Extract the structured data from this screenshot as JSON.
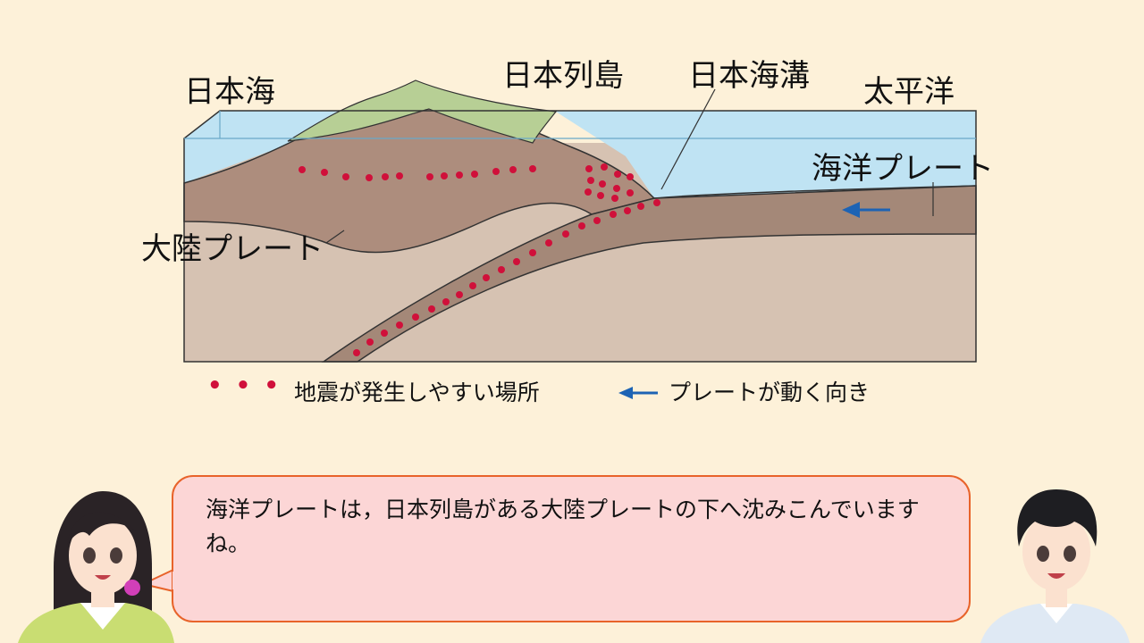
{
  "labels": {
    "sea_of_japan": "日本海",
    "japan_islands": "日本列島",
    "japan_trench": "日本海溝",
    "pacific": "太平洋",
    "oceanic_plate": "海洋プレート",
    "continental_plate": "大陸プレート"
  },
  "legend": {
    "earthquake_zone": "地震が発生しやすい場所",
    "plate_motion": "プレートが動く向き"
  },
  "dialogue": {
    "text": "海洋プレートは，日本列島がある大陸プレートの下へ沈みこんでいますね。"
  },
  "colors": {
    "background": "#fdf1d9",
    "sea": "#bfe3f3",
    "land_green": "#b7cf95",
    "continental_crust": "#ad8d7d",
    "oceanic_crust": "#a48878",
    "mantle": "#d6c2b2",
    "earthquake_dot": "#d0103a",
    "motion_arrow": "#1d63b4",
    "bubble_fill": "#fcd6d6",
    "bubble_border": "#e8632a"
  },
  "icons": {
    "earthquake_dot": "red-dot-icon",
    "plate_motion": "left-arrow-icon"
  }
}
